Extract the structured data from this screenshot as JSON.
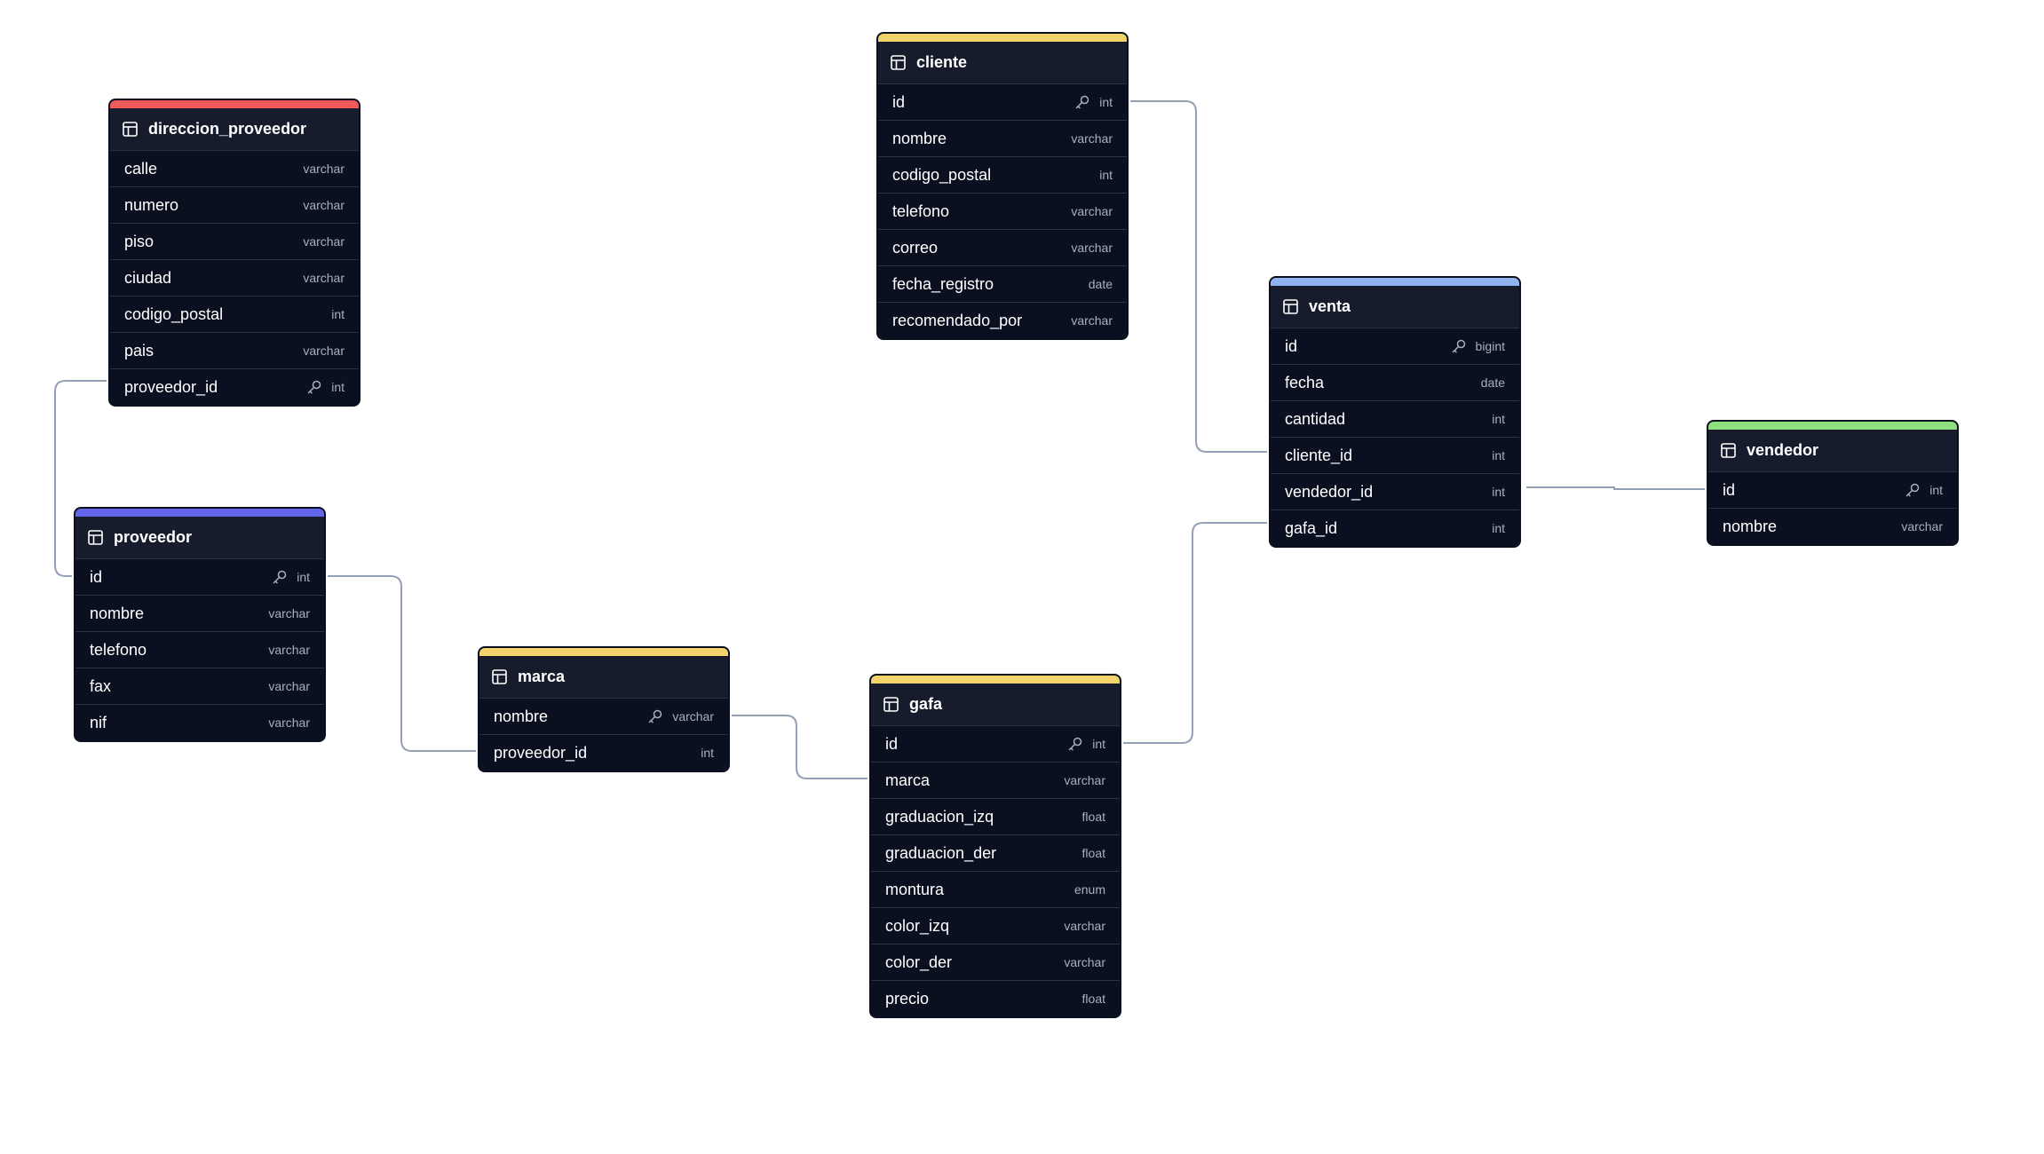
{
  "diagram": {
    "line_color": "#94a0b6",
    "tables": [
      {
        "key": "direccion_proveedor",
        "title": "direccion_proveedor",
        "accent": "#ef5b5b",
        "columns": [
          {
            "name": "calle",
            "type": "varchar",
            "pk": false
          },
          {
            "name": "numero",
            "type": "varchar",
            "pk": false
          },
          {
            "name": "piso",
            "type": "varchar",
            "pk": false
          },
          {
            "name": "ciudad",
            "type": "varchar",
            "pk": false
          },
          {
            "name": "codigo_postal",
            "type": "int",
            "pk": false
          },
          {
            "name": "pais",
            "type": "varchar",
            "pk": false
          },
          {
            "name": "proveedor_id",
            "type": "int",
            "pk": true
          }
        ]
      },
      {
        "key": "proveedor",
        "title": "proveedor",
        "accent": "#6366e8",
        "columns": [
          {
            "name": "id",
            "type": "int",
            "pk": true
          },
          {
            "name": "nombre",
            "type": "varchar",
            "pk": false
          },
          {
            "name": "telefono",
            "type": "varchar",
            "pk": false
          },
          {
            "name": "fax",
            "type": "varchar",
            "pk": false
          },
          {
            "name": "nif",
            "type": "varchar",
            "pk": false
          }
        ]
      },
      {
        "key": "marca",
        "title": "marca",
        "accent": "#f3d36b",
        "columns": [
          {
            "name": "nombre",
            "type": "varchar",
            "pk": true
          },
          {
            "name": "proveedor_id",
            "type": "int",
            "pk": false
          }
        ]
      },
      {
        "key": "cliente",
        "title": "cliente",
        "accent": "#f3d36b",
        "columns": [
          {
            "name": "id",
            "type": "int",
            "pk": true
          },
          {
            "name": "nombre",
            "type": "varchar",
            "pk": false
          },
          {
            "name": "codigo_postal",
            "type": "int",
            "pk": false
          },
          {
            "name": "telefono",
            "type": "varchar",
            "pk": false
          },
          {
            "name": "correo",
            "type": "varchar",
            "pk": false
          },
          {
            "name": "fecha_registro",
            "type": "date",
            "pk": false
          },
          {
            "name": "recomendado_por",
            "type": "varchar",
            "pk": false
          }
        ]
      },
      {
        "key": "gafa",
        "title": "gafa",
        "accent": "#f3d36b",
        "columns": [
          {
            "name": "id",
            "type": "int",
            "pk": true
          },
          {
            "name": "marca",
            "type": "varchar",
            "pk": false
          },
          {
            "name": "graduacion_izq",
            "type": "float",
            "pk": false
          },
          {
            "name": "graduacion_der",
            "type": "float",
            "pk": false
          },
          {
            "name": "montura",
            "type": "enum",
            "pk": false
          },
          {
            "name": "color_izq",
            "type": "varchar",
            "pk": false
          },
          {
            "name": "color_der",
            "type": "varchar",
            "pk": false
          },
          {
            "name": "precio",
            "type": "float",
            "pk": false
          }
        ]
      },
      {
        "key": "venta",
        "title": "venta",
        "accent": "#8fb4ef",
        "columns": [
          {
            "name": "id",
            "type": "bigint",
            "pk": true
          },
          {
            "name": "fecha",
            "type": "date",
            "pk": false
          },
          {
            "name": "cantidad",
            "type": "int",
            "pk": false
          },
          {
            "name": "cliente_id",
            "type": "int",
            "pk": false
          },
          {
            "name": "vendedor_id",
            "type": "int",
            "pk": false
          },
          {
            "name": "gafa_id",
            "type": "int",
            "pk": false
          }
        ]
      },
      {
        "key": "vendedor",
        "title": "vendedor",
        "accent": "#8ee07e",
        "columns": [
          {
            "name": "id",
            "type": "int",
            "pk": true
          },
          {
            "name": "nombre",
            "type": "varchar",
            "pk": false
          }
        ]
      }
    ],
    "relations": [
      {
        "from": "direccion_proveedor.proveedor_id",
        "to": "proveedor.id"
      },
      {
        "from": "proveedor.id",
        "to": "marca.proveedor_id"
      },
      {
        "from": "marca.nombre",
        "to": "gafa.marca"
      },
      {
        "from": "cliente.id",
        "to": "venta.cliente_id"
      },
      {
        "from": "gafa.id",
        "to": "venta.gafa_id"
      },
      {
        "from": "venta.vendedor_id",
        "to": "vendedor.id"
      }
    ]
  }
}
